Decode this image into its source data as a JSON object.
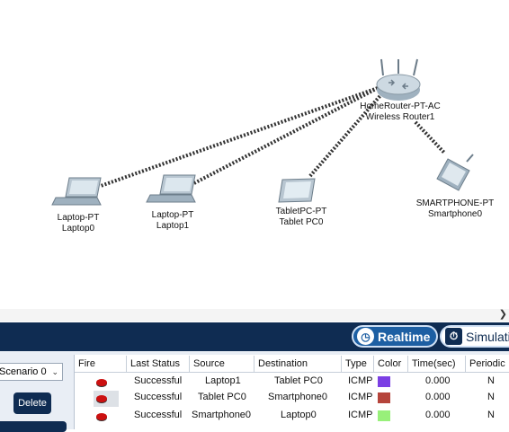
{
  "devices": [
    {
      "model": "HomeRouter-PT-AC",
      "name": "Wireless Router1"
    },
    {
      "model": "Laptop-PT",
      "name": "Laptop0"
    },
    {
      "model": "Laptop-PT",
      "name": "Laptop1"
    },
    {
      "model": "TabletPC-PT",
      "name": "Tablet PC0"
    },
    {
      "model": "SMARTPHONE-PT",
      "name": "Smartphone0"
    }
  ],
  "mode_bar": {
    "realtime_label": "Realtime",
    "simulation_label": "Simulati"
  },
  "left_pane": {
    "scenario_value": "Scenario 0",
    "delete_label": "Delete"
  },
  "pdu_table": {
    "headers": [
      "Fire",
      "Last Status",
      "Source",
      "Destination",
      "Type",
      "Color",
      "Time(sec)",
      "Periodic"
    ],
    "rows": [
      {
        "status": "Successful",
        "source": "Laptop1",
        "destination": "Tablet PC0",
        "type": "ICMP",
        "color": "#7b3fe4",
        "time": "0.000",
        "periodic": "N"
      },
      {
        "status": "Successful",
        "source": "Tablet PC0",
        "destination": "Smartphone0",
        "type": "ICMP",
        "color": "#b5443b",
        "time": "0.000",
        "periodic": "N"
      },
      {
        "status": "Successful",
        "source": "Smartphone0",
        "destination": "Laptop0",
        "type": "ICMP",
        "color": "#98f07a",
        "time": "0.000",
        "periodic": "N"
      }
    ]
  }
}
